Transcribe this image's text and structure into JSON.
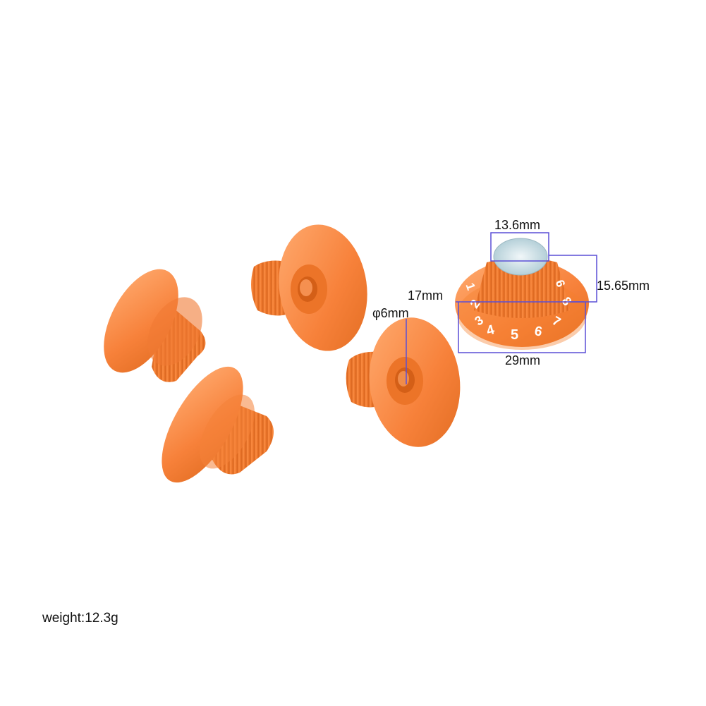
{
  "product": {
    "weight": "weight:12.3g"
  },
  "dimensions": {
    "top_diameter": "13.6mm",
    "height": "15.65mm",
    "mid_diameter": "17mm",
    "skirt_diameter": "29mm",
    "bore": "φ6mm"
  },
  "dial_numbers": [
    "1",
    "2",
    "3",
    "4",
    "5",
    "6",
    "7",
    "8",
    "9"
  ],
  "colors": {
    "knob": "#f57f2e",
    "knob_dark": "#d9631c",
    "knob_light": "#ffa468",
    "dimension_line": "#5a4fd6",
    "cap": "#c8dfe6"
  }
}
